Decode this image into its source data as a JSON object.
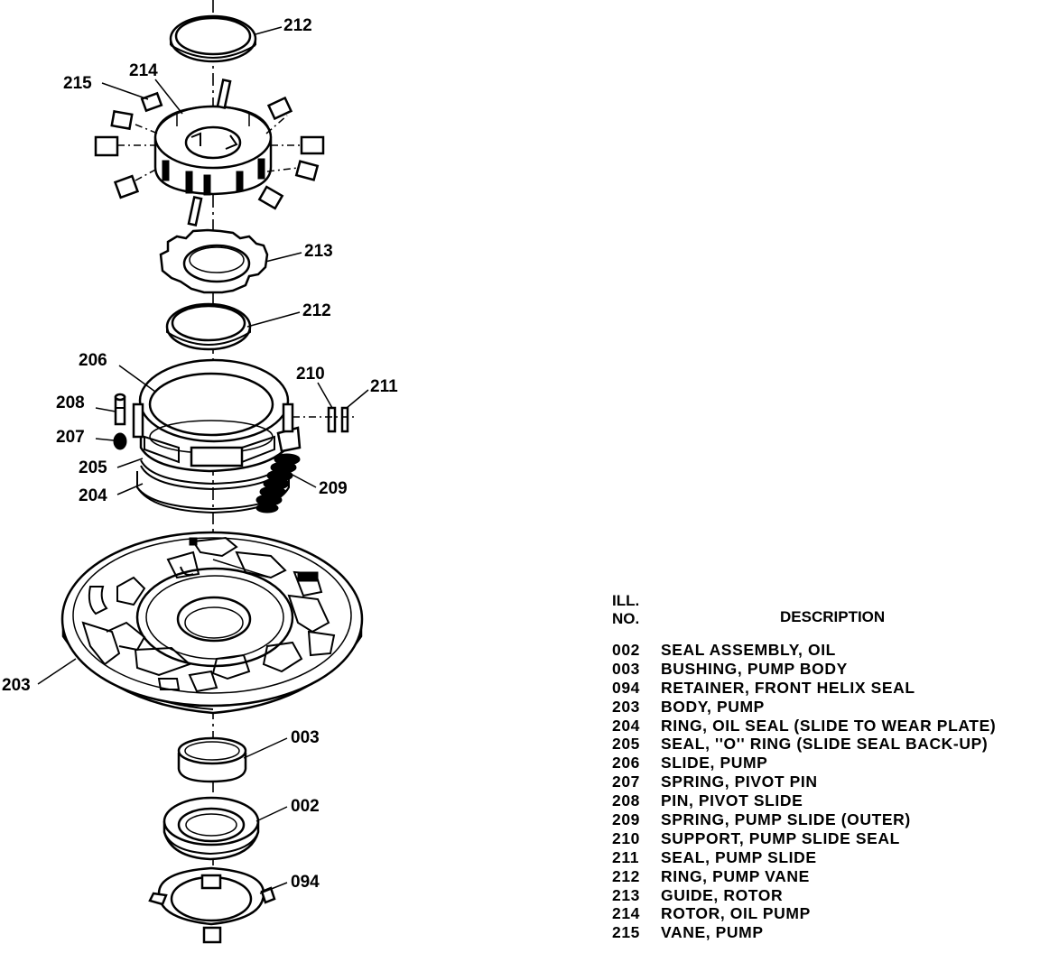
{
  "diagram": {
    "callouts": {
      "c212_top": "212",
      "c215": "215",
      "c214": "214",
      "c213": "213",
      "c212_mid": "212",
      "c206": "206",
      "c210": "210",
      "c211": "211",
      "c208": "208",
      "c207": "207",
      "c205": "205",
      "c204": "204",
      "c209": "209",
      "c203": "203",
      "c003": "003",
      "c002": "002",
      "c094": "094"
    }
  },
  "legend": {
    "header_no_line1": "ILL.",
    "header_no_line2": "NO.",
    "header_desc": "DESCRIPTION",
    "items": [
      {
        "no": "002",
        "desc": "SEAL ASSEMBLY, OIL"
      },
      {
        "no": "003",
        "desc": "BUSHING, PUMP BODY"
      },
      {
        "no": "094",
        "desc": "RETAINER, FRONT HELIX SEAL"
      },
      {
        "no": "203",
        "desc": "BODY, PUMP"
      },
      {
        "no": "204",
        "desc": "RING, OIL SEAL (SLIDE TO WEAR PLATE)"
      },
      {
        "no": "205",
        "desc": "SEAL, ''O'' RING (SLIDE SEAL BACK-UP)"
      },
      {
        "no": "206",
        "desc": "SLIDE, PUMP"
      },
      {
        "no": "207",
        "desc": "SPRING, PIVOT PIN"
      },
      {
        "no": "208",
        "desc": "PIN, PIVOT SLIDE"
      },
      {
        "no": "209",
        "desc": "SPRING, PUMP SLIDE (OUTER)"
      },
      {
        "no": "210",
        "desc": "SUPPORT, PUMP SLIDE SEAL"
      },
      {
        "no": "211",
        "desc": "SEAL, PUMP SLIDE"
      },
      {
        "no": "212",
        "desc": "RING, PUMP VANE"
      },
      {
        "no": "213",
        "desc": "GUIDE, ROTOR"
      },
      {
        "no": "214",
        "desc": "ROTOR, OIL PUMP"
      },
      {
        "no": "215",
        "desc": "VANE, PUMP"
      }
    ]
  }
}
